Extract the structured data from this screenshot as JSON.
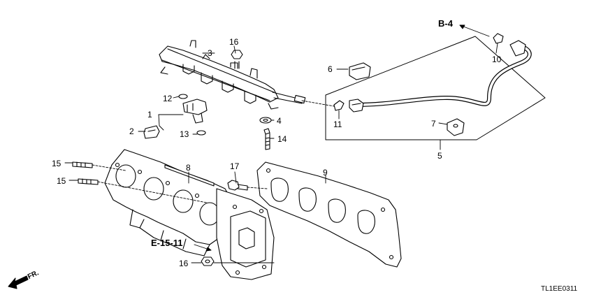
{
  "part_labels": {
    "p1": "1",
    "p2": "2",
    "p3": "3",
    "p4": "4",
    "p5": "5",
    "p6": "6",
    "p7": "7",
    "p8": "8",
    "p9": "9",
    "p10": "10",
    "p11": "11",
    "p12": "12",
    "p13": "13",
    "p14": "14",
    "p15a": "15",
    "p15b": "15",
    "p16a": "16",
    "p16b": "16",
    "p17": "17"
  },
  "references": {
    "b4": "B-4",
    "e1511": "E-15-11"
  },
  "direction_label": "FR.",
  "diagram_code": "TL1EE0311"
}
